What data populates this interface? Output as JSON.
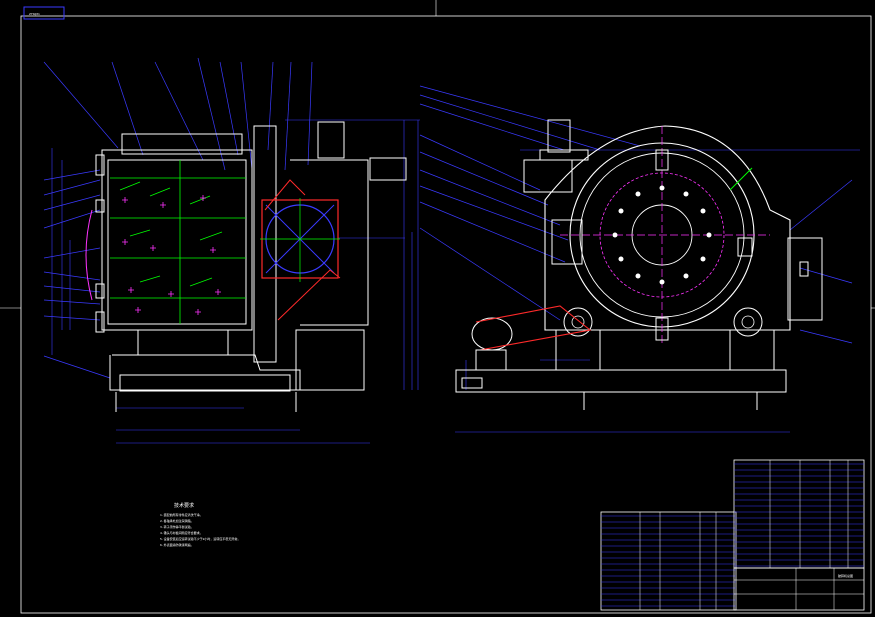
{
  "drawing": {
    "title_block_label": "破碎机总图",
    "sheet_tag": "ZYSQ01",
    "notes_heading": "技术要求",
    "notes": [
      "1.装配前所有零件应清洗干净。",
      "2.各轴承处加注润滑脂。",
      "3.转子须作静平衡试验。",
      "4.锤头与衬板间隙应符合要求。",
      "5.设备安装后空运转试验不少于2小时，运转应平稳无异常。",
      "6.外表面涂防锈漆两遍。"
    ]
  },
  "colors": {
    "background": "#000000",
    "primary_line": "#3a3aff",
    "outline": "#ffffff",
    "detail_green": "#00ff00",
    "detail_magenta": "#ff33ff",
    "detail_red": "#ff2a2a",
    "accent_cyan": "#00ffff"
  }
}
